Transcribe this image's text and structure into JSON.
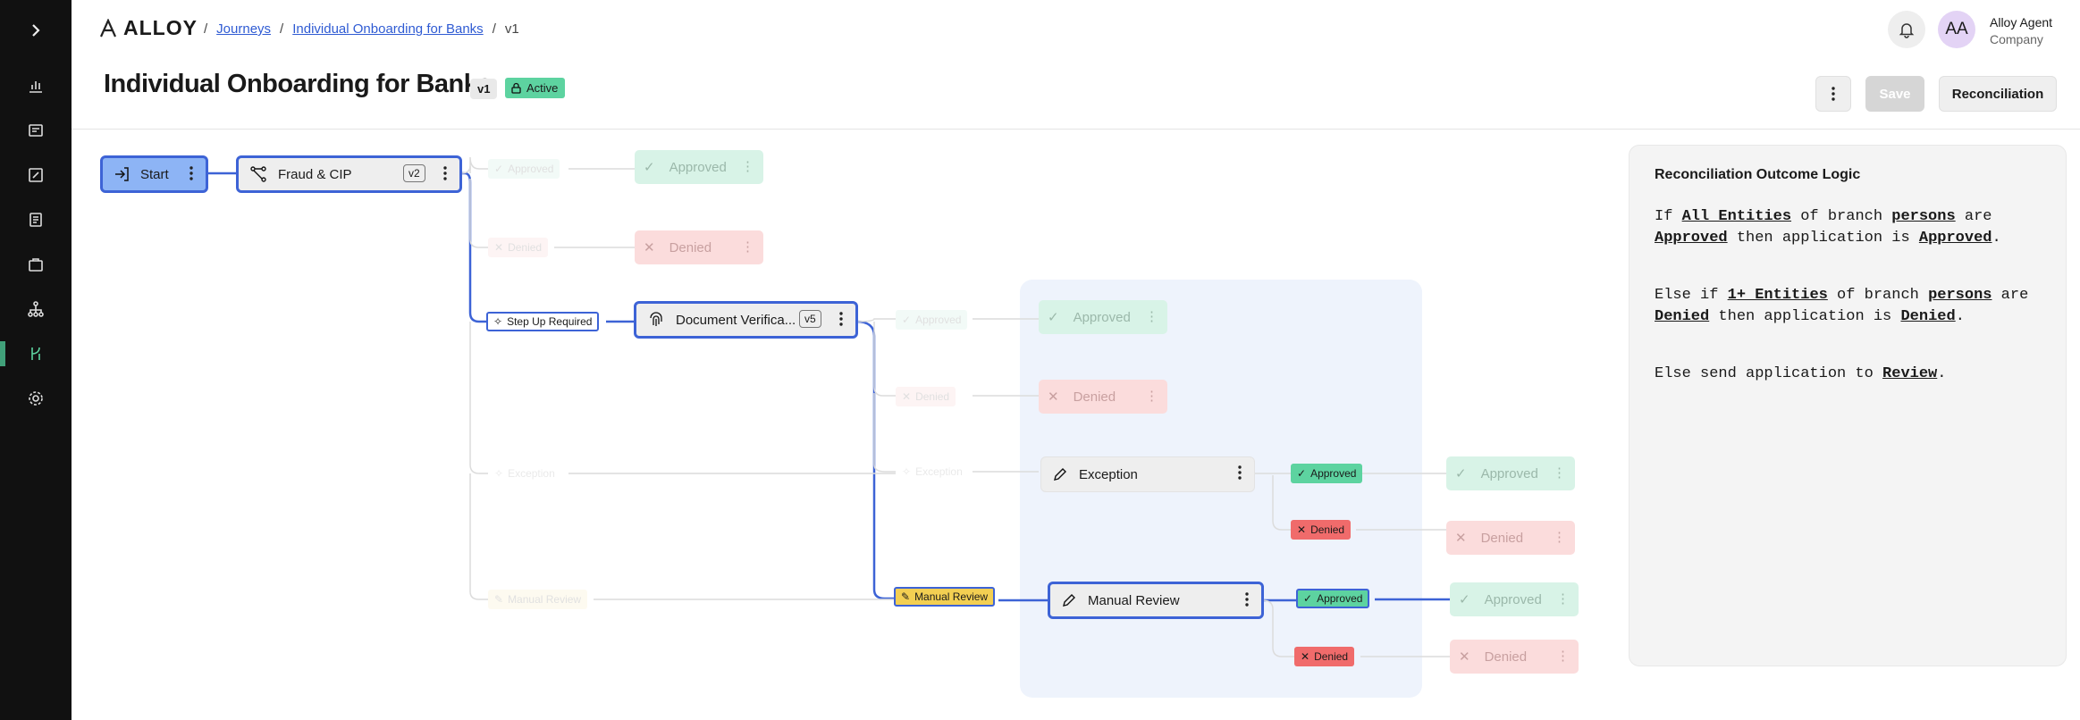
{
  "brand": {
    "logo_text": "ALLOY"
  },
  "breadcrumb": {
    "root": "Journeys",
    "journey": "Individual Onboarding for Banks",
    "version": "v1",
    "sep": "/"
  },
  "page": {
    "title": "Individual Onboarding for Banks",
    "version_badge": "v1",
    "status_badge": "Active"
  },
  "user": {
    "initials": "AA",
    "name": "Alloy Agent",
    "company": "Company"
  },
  "actions": {
    "save": "Save",
    "reconciliation": "Reconciliation"
  },
  "sidebar": {
    "items": [
      {
        "icon": "chevron-right-icon"
      },
      {
        "icon": "chart-icon"
      },
      {
        "icon": "inbox-icon"
      },
      {
        "icon": "edit-icon"
      },
      {
        "icon": "document-icon"
      },
      {
        "icon": "briefcase-icon"
      },
      {
        "icon": "hierarchy-icon"
      },
      {
        "icon": "journeys-icon"
      },
      {
        "icon": "settings-icon"
      }
    ]
  },
  "nodes": {
    "start": "Start",
    "fraud": {
      "label": "Fraud & CIP",
      "version": "v2"
    },
    "docver": {
      "label": "Document Verifica...",
      "version": "v5"
    },
    "exception": "Exception",
    "manual_review": "Manual Review"
  },
  "labels": {
    "approved": "Approved",
    "denied": "Denied",
    "step_up": "Step Up Required",
    "exception": "Exception",
    "manual_review": "Manual Review"
  },
  "panel": {
    "title": "Reconciliation Outcome Logic",
    "rule1": {
      "p1": "If ",
      "b1": "All Entities",
      "p2": " of branch ",
      "b2": "persons",
      "p3": " are ",
      "b3": "Approved",
      "p4": " then application is ",
      "b4": "Approved",
      "p5": "."
    },
    "rule2": {
      "p1": "Else if ",
      "b1": "1+ Entities",
      "p2": " of branch ",
      "b2": "persons",
      "p3": " are ",
      "b3": "Denied",
      "p4": " then application is ",
      "b4": "Denied",
      "p5": "."
    },
    "rule3": {
      "p1": "Else send application to ",
      "b1": "Review",
      "p2": "."
    }
  },
  "colors": {
    "accent": "#3d63d6",
    "approved": "#5dd3a0",
    "denied": "#f06b6b",
    "review": "#f3cf52",
    "start": "#8db4f5"
  }
}
